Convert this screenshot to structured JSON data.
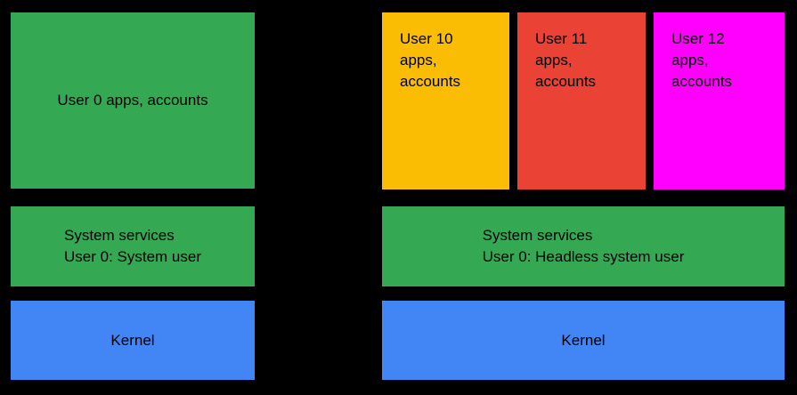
{
  "colors": {
    "background": "#000000",
    "green": "#34A853",
    "blue": "#4285F4",
    "yellow": "#FBBC04",
    "red": "#EA4335",
    "magenta": "#FF00FF",
    "text": "#000000"
  },
  "left_stack": {
    "apps_box": {
      "label": "User 0 apps, accounts",
      "color_key": "green"
    },
    "services_box": {
      "label": "System services\nUser 0: System user",
      "color_key": "green"
    },
    "kernel_box": {
      "label": "Kernel",
      "color_key": "blue"
    }
  },
  "right_stack": {
    "user_boxes": [
      {
        "label": "User 10\napps,\naccounts",
        "color_key": "yellow"
      },
      {
        "label": "User 11\napps,\naccounts",
        "color_key": "red"
      },
      {
        "label": "User 12\napps,\naccounts",
        "color_key": "magenta"
      }
    ],
    "services_box": {
      "label": "System services\nUser 0: Headless system user",
      "color_key": "green"
    },
    "kernel_box": {
      "label": "Kernel",
      "color_key": "blue"
    }
  }
}
